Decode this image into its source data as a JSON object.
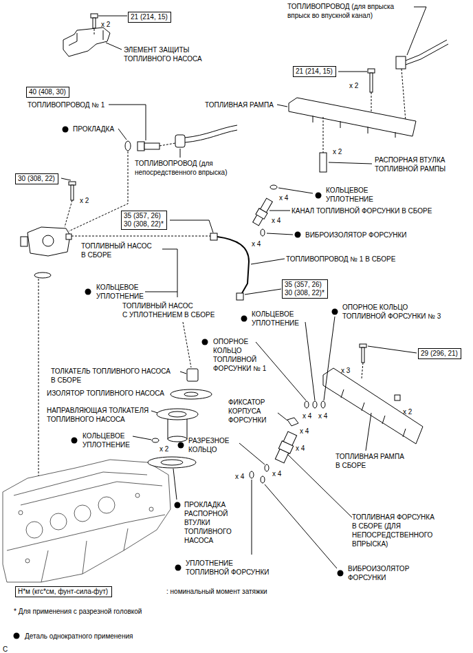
{
  "diagram": {
    "nodes": [
      {
        "text": [
          "21 (214, 15)"
        ]
      },
      {
        "text": [
          "21 (214, 15)"
        ]
      },
      {
        "text": [
          "40 (408, 30)"
        ]
      },
      {
        "text": [
          "30 (308, 22)"
        ]
      },
      {
        "text": [
          "35 (357, 26)",
          "30 (308, 22)*"
        ]
      },
      {
        "text": [
          "35 (357, 26)",
          "30 (308, 22)*"
        ]
      },
      {
        "text": [
          "29 (296, 21)"
        ]
      },
      {
        "text": [
          "Н*м (кгс*см, фунт-сила-фут)"
        ]
      }
    ],
    "labels": [
      "x 2",
      "ЭЛЕМЕНТ ЗАЩИТЫ ТОПЛИВНОГО НАСОСА",
      "ТОПЛИВОПРОВОД (для впрыска впрыск во впускной канал)",
      "x 2",
      "ТОПЛИВНАЯ РАМПА",
      "ТОПЛИВОПРОВОД № 1",
      "ПРОКЛАДКА",
      "ТОПЛИВОПРОВОД (для непосредственного впрыска)",
      "x 2",
      "РАСПОРНАЯ ВТУЛКА ТОПЛИВНОЙ РАМПЫ",
      "x 2",
      "x 4",
      "КОЛЬЦЕВОЕ УПЛОТНЕНИЕ",
      "КАНАЛ ТОПЛИВНОЙ ФОРСУНКИ В СБОРЕ",
      "x 4",
      "x 4",
      "ВИБРОИЗОЛЯТОР ФОРСУНКИ",
      "ТОПЛИВНЫЙ НАСОС В СБОРЕ",
      "ТОПЛИВОПРОВОД № 1 В СБОРЕ",
      "КОЛЬЦЕВОЕ УПЛОТНЕНИЕ",
      "ТОПЛИВНЫЙ НАСОС С УПЛОТНЕНИЕМ В СБОРЕ",
      "КОЛЬЦЕВОЕ УПЛОТНЕНИЕ",
      "ОПОРНОЕ КОЛЬЦО ТОПЛИВНОЙ ФОРСУНКИ № 3",
      "ОПОРНОЕ КОЛЬЦО ТОПЛИВНОЙ ФОРСУНКИ № 1",
      "x 3",
      "ТОЛКАТЕЛЬ ТОПЛИВНОГО НАСОСА В СБОРЕ",
      "ИЗОЛЯТОР ТОПЛИВНОГО НАСОСА",
      "ФИКСАТОР КОРПУСА ФОРСУНКИ",
      "НАПРАВЛЯЮЩАЯ ТОЛКАТЕЛЯ ТОПЛИВНОГО НАСОСА",
      "x 4",
      "x 4",
      "x 2",
      "КОЛЬЦЕВОЕ УПЛОТНЕНИЕ",
      "x 2",
      "РАЗРЕЗНОЕ КОЛЬЦО",
      "x 4",
      "x 4",
      "x 4",
      "ТОПЛИВНАЯ РАМПА В СБОРЕ",
      "x 4",
      "ПРОКЛАДКА РАСПОРНОЙ ВТУЛКИ ТОПЛИВНОГО НАСОСА",
      "ТОПЛИВНАЯ ФОРСУНКА В СБОРЕ (ДЛЯ НЕПОСРЕДСТВЕННОГО ВПРЫСКА)",
      "УПЛОТНЕНИЕ ТОПЛИВНОЙ ФОРСУНКИ",
      "ВИБРОИЗОЛЯТОР ФОРСУНКИ",
      "* Для применения с разрезной головкой",
      "C"
    ],
    "legend": [
      {
        "text": ": номинальный момент затяжки"
      },
      {
        "text": "Деталь однократного применения"
      }
    ]
  }
}
